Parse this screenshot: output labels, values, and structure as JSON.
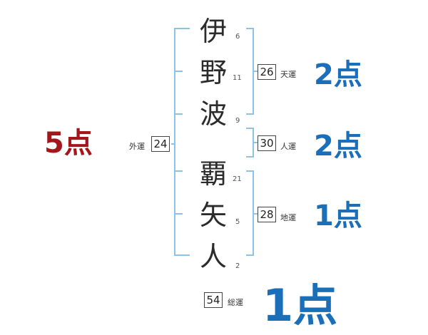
{
  "colors": {
    "bracket": "#8ec3e6",
    "score_blue": "#1a6fb8",
    "score_red": "#a3161b"
  },
  "characters": [
    {
      "char": "伊",
      "strokes": "6"
    },
    {
      "char": "野",
      "strokes": "11"
    },
    {
      "char": "波",
      "strokes": "9"
    },
    {
      "char": "覇",
      "strokes": "21"
    },
    {
      "char": "矢",
      "strokes": "5"
    },
    {
      "char": "人",
      "strokes": "2"
    }
  ],
  "gaikaku": {
    "value": "24",
    "label": "外運",
    "score": "5点"
  },
  "tenkaku": {
    "value": "26",
    "label": "天運",
    "score": "2点"
  },
  "jinkaku": {
    "value": "30",
    "label": "人運",
    "score": "2点"
  },
  "chikaku": {
    "value": "28",
    "label": "地運",
    "score": "1点"
  },
  "soukaku": {
    "value": "54",
    "label": "総運",
    "score": "1点"
  }
}
